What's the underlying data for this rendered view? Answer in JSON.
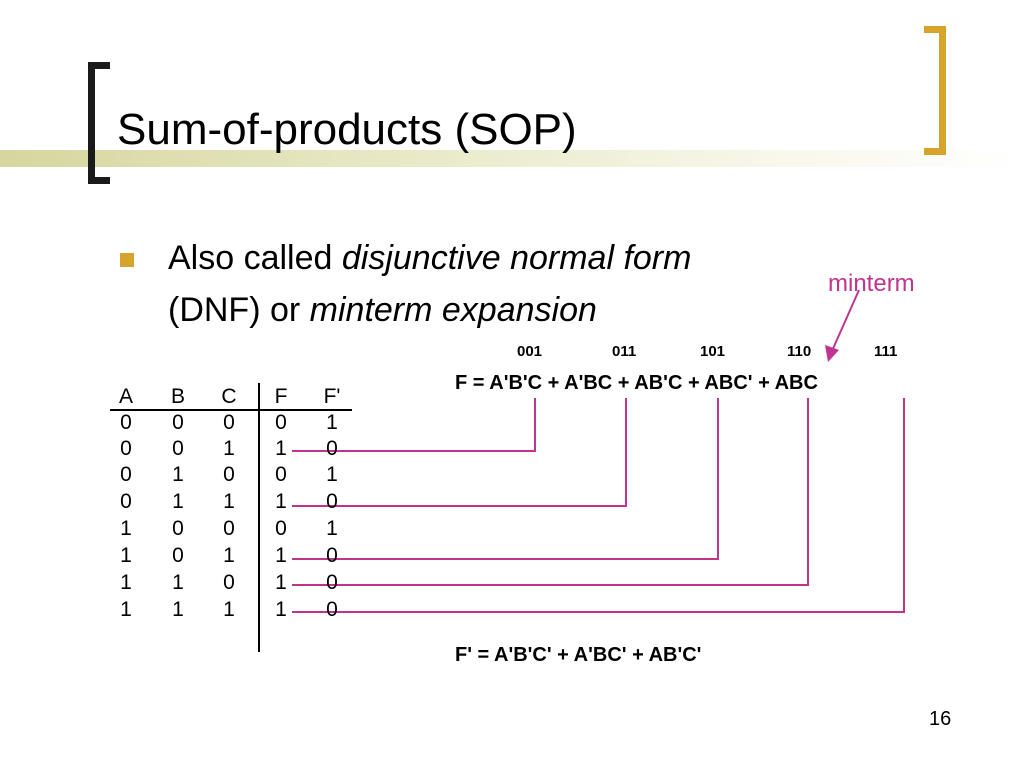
{
  "slide": {
    "title": "Sum-of-products (SOP)",
    "bullet": {
      "line1_prefix": "Also called ",
      "line1_italic": "disjunctive normal form",
      "line2_prefix": "(DNF) or ",
      "line2_italic": "minterm expansion"
    },
    "minterm_label": "minterm",
    "minterm_codes": [
      "001",
      "011",
      "101",
      "110",
      "111"
    ],
    "equation_f": "F = A'B'C + A'BC + AB'C + ABC' + ABC",
    "equation_fprime": "F' = A'B'C' + A'BC' + AB'C'",
    "page_number": "16"
  },
  "truth_table": {
    "headers": [
      "A",
      "B",
      "C",
      "F",
      "F'"
    ],
    "rows": [
      [
        "0",
        "0",
        "0",
        "0",
        "1"
      ],
      [
        "0",
        "0",
        "1",
        "1",
        "0"
      ],
      [
        "0",
        "1",
        "0",
        "0",
        "1"
      ],
      [
        "0",
        "1",
        "1",
        "1",
        "0"
      ],
      [
        "1",
        "0",
        "0",
        "0",
        "1"
      ],
      [
        "1",
        "0",
        "1",
        "1",
        "0"
      ],
      [
        "1",
        "1",
        "0",
        "1",
        "0"
      ],
      [
        "1",
        "1",
        "1",
        "1",
        "0"
      ]
    ]
  },
  "colors": {
    "accent_gold": "#d6a42a",
    "connector_magenta": "#c0348f",
    "band_olive": "#d6d69e"
  }
}
